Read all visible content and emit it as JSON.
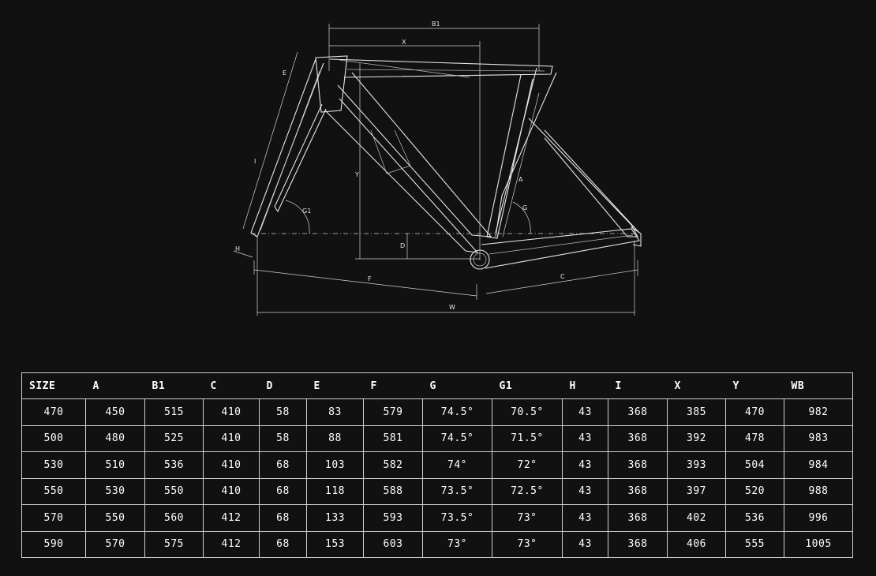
{
  "diagram": {
    "labels": {
      "b1": "B1",
      "x": "X",
      "e": "E",
      "i": "I",
      "y": "Y",
      "g1": "G1",
      "a": "A",
      "g": "G",
      "d": "D",
      "h": "H",
      "f": "F",
      "c": "C",
      "w": "W"
    }
  },
  "table": {
    "columns": [
      "SIZE",
      "A",
      "B1",
      "C",
      "D",
      "E",
      "F",
      "G",
      "G1",
      "H",
      "I",
      "X",
      "Y",
      "WB"
    ],
    "rows": [
      [
        "470",
        "450",
        "515",
        "410",
        "58",
        "83",
        "579",
        "74.5°",
        "70.5°",
        "43",
        "368",
        "385",
        "470",
        "982"
      ],
      [
        "500",
        "480",
        "525",
        "410",
        "58",
        "88",
        "581",
        "74.5°",
        "71.5°",
        "43",
        "368",
        "392",
        "478",
        "983"
      ],
      [
        "530",
        "510",
        "536",
        "410",
        "68",
        "103",
        "582",
        "74°",
        "72°",
        "43",
        "368",
        "393",
        "504",
        "984"
      ],
      [
        "550",
        "530",
        "550",
        "410",
        "68",
        "118",
        "588",
        "73.5°",
        "72.5°",
        "43",
        "368",
        "397",
        "520",
        "988"
      ],
      [
        "570",
        "550",
        "560",
        "412",
        "68",
        "133",
        "593",
        "73.5°",
        "73°",
        "43",
        "368",
        "402",
        "536",
        "996"
      ],
      [
        "590",
        "570",
        "575",
        "412",
        "68",
        "153",
        "603",
        "73°",
        "73°",
        "43",
        "368",
        "406",
        "555",
        "1005"
      ]
    ]
  }
}
